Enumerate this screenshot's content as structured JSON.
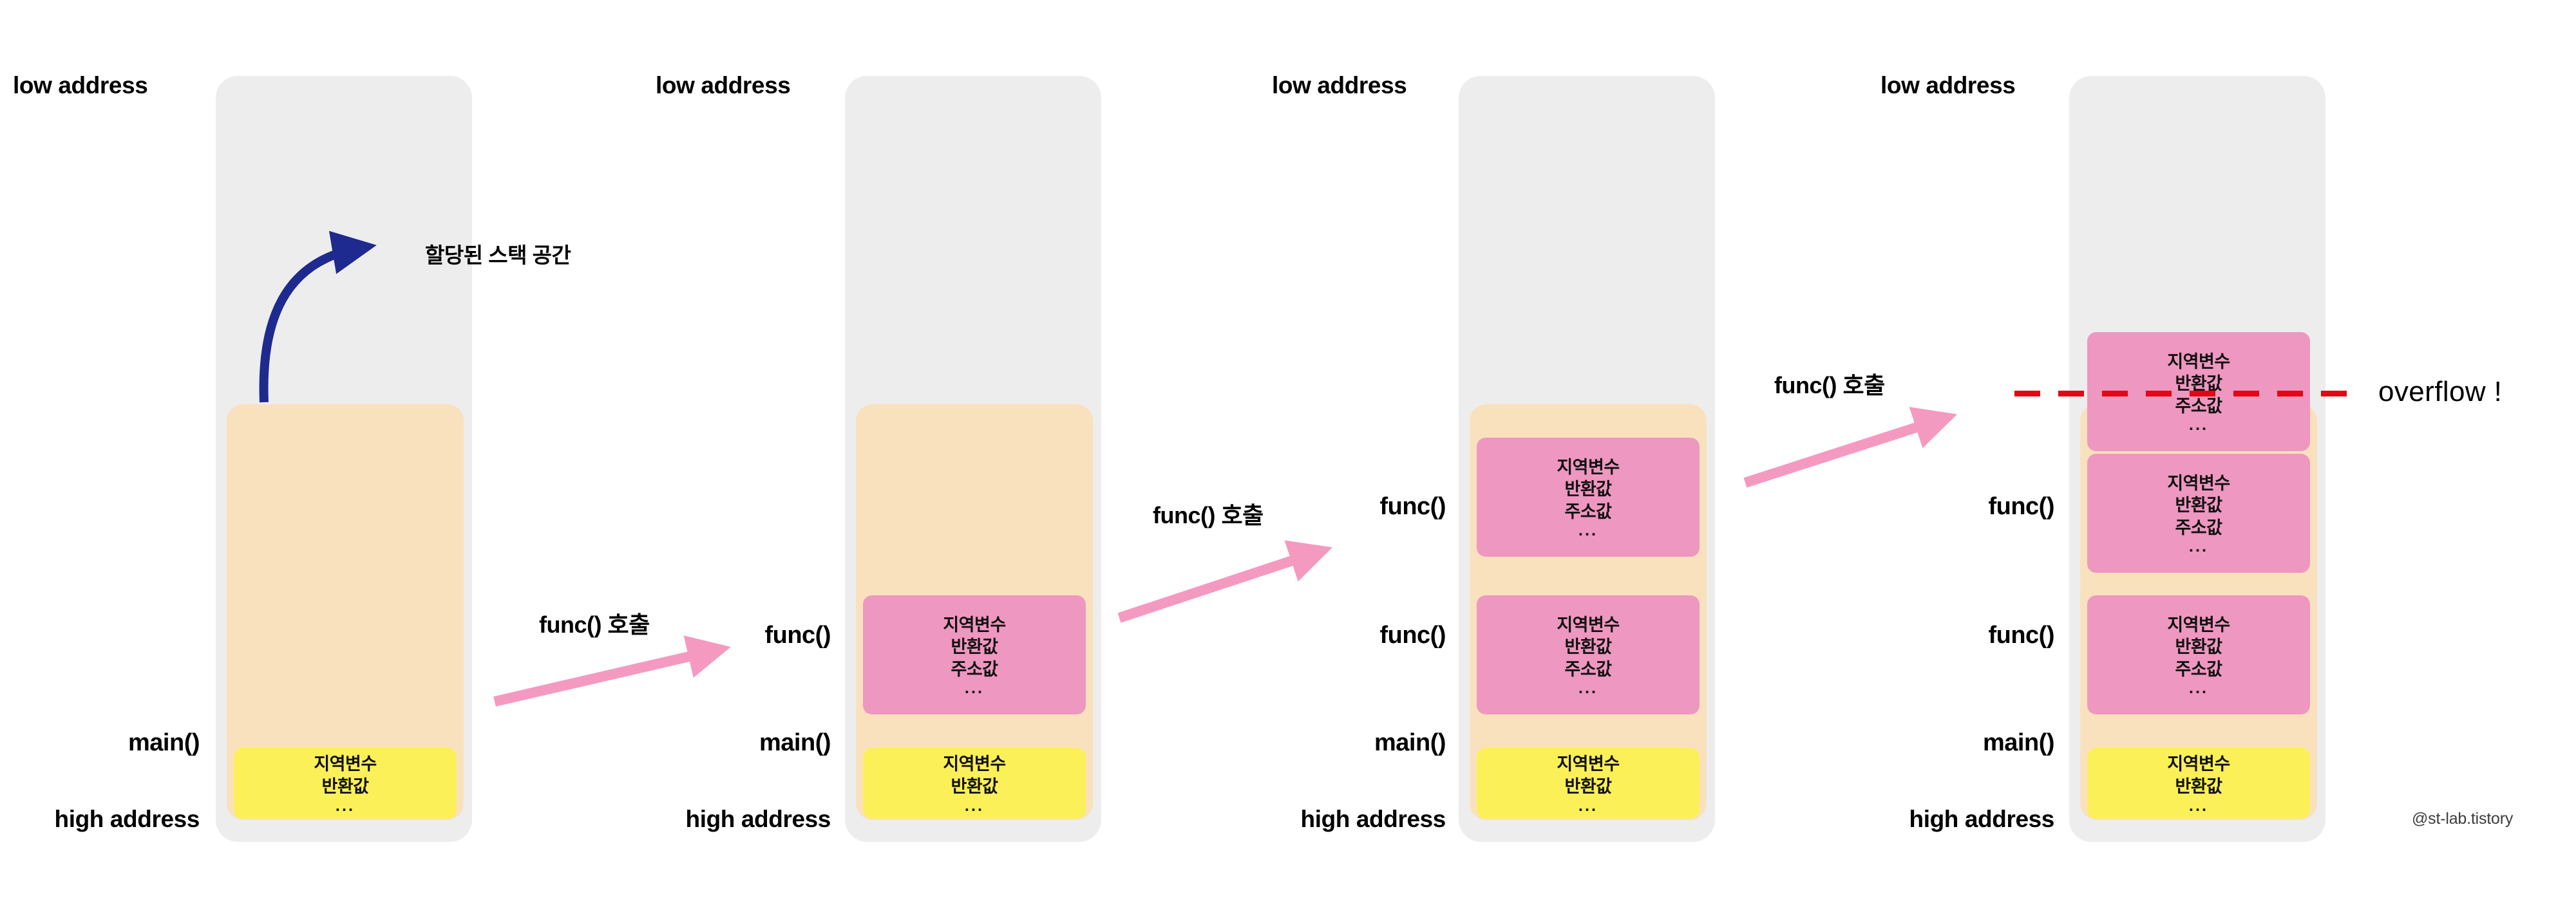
{
  "diagram": {
    "title": "stack frame growth and overflow",
    "watermark": "@st-lab.tistory",
    "labels": {
      "low_address": "low address",
      "high_address": "high address",
      "main": "main()",
      "func": "func()",
      "call": "func() 호출",
      "allocated_space": "할당된 스택 공간",
      "overflow": "overflow !"
    },
    "frame_text": {
      "local_var": "지역변수",
      "return_value": "반환값",
      "address_value": "주소값",
      "ellipsis": "..."
    },
    "colors": {
      "stack_background": "#ededed",
      "allocated_region": "#fae1be",
      "main_frame": "#fcf058",
      "func_frame": "#ee97c0",
      "alloc_arrow": "#1f2a8f",
      "call_arrow": "#f49ac1",
      "overflow_line": "#e30613",
      "text": "#000000"
    },
    "columns": [
      {
        "index": 1,
        "low_address": "low address",
        "high_address": "high address",
        "frames": [
          {
            "name": "main()",
            "type": "main",
            "lines": [
              "지역변수",
              "반환값",
              "..."
            ]
          }
        ],
        "frame_labels": [
          "main()"
        ],
        "annotation": "할당된 스택 공간"
      },
      {
        "index": 2,
        "low_address": "low address",
        "high_address": "high address",
        "frames": [
          {
            "name": "func()",
            "type": "func",
            "lines": [
              "지역변수",
              "반환값",
              "주소값",
              "..."
            ]
          },
          {
            "name": "main()",
            "type": "main",
            "lines": [
              "지역변수",
              "반환값",
              "..."
            ]
          }
        ],
        "frame_labels": [
          "func()",
          "main()"
        ],
        "transition_label": "func() 호출"
      },
      {
        "index": 3,
        "low_address": "low address",
        "high_address": "high address",
        "frames": [
          {
            "name": "func()",
            "type": "func",
            "lines": [
              "지역변수",
              "반환값",
              "주소값",
              "..."
            ]
          },
          {
            "name": "func()",
            "type": "func",
            "lines": [
              "지역변수",
              "반환값",
              "주소값",
              "..."
            ]
          },
          {
            "name": "main()",
            "type": "main",
            "lines": [
              "지역변수",
              "반환값",
              "..."
            ]
          }
        ],
        "frame_labels": [
          "func()",
          "func()",
          "main()"
        ],
        "transition_label": "func() 호출"
      },
      {
        "index": 4,
        "low_address": "low address",
        "high_address": "high address",
        "frames": [
          {
            "name": "func()",
            "type": "func",
            "overflowing": true,
            "lines": [
              "지역변수",
              "반환값",
              "주소값",
              "..."
            ]
          },
          {
            "name": "func()",
            "type": "func",
            "lines": [
              "지역변수",
              "반환값",
              "주소값",
              "..."
            ]
          },
          {
            "name": "func()",
            "type": "func",
            "lines": [
              "지역변수",
              "반환값",
              "주소값",
              "..."
            ]
          },
          {
            "name": "main()",
            "type": "main",
            "lines": [
              "지역변수",
              "반환값",
              "..."
            ]
          }
        ],
        "frame_labels": [
          "func()",
          "func()",
          "main()"
        ],
        "transition_label": "func() 호출",
        "overflow_marker": "overflow !"
      }
    ]
  }
}
